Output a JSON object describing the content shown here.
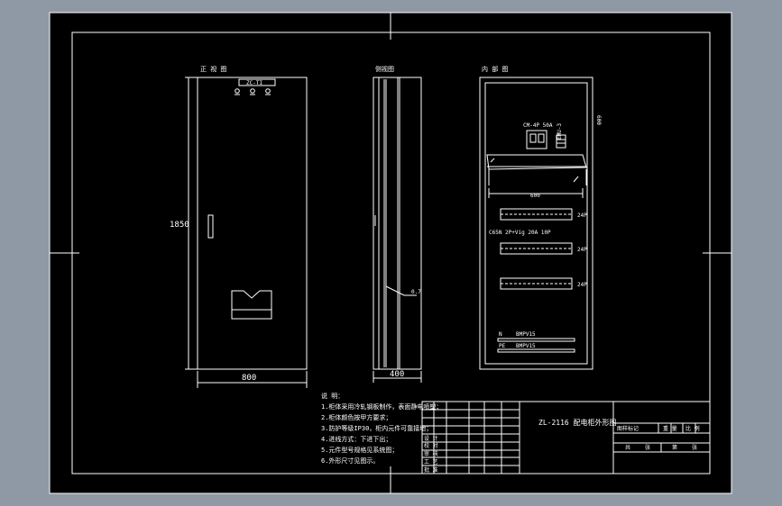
{
  "colors": {
    "background": "#8f99a5",
    "sheet": "#000000",
    "line": "#ffffff"
  },
  "front_view": {
    "label": "正 视 图",
    "nameplate": "ZC-TI",
    "height_dim": "1850",
    "width_dim": "800"
  },
  "side_view": {
    "label": "侧视图",
    "depth_dim": "400",
    "callout": "0.7"
  },
  "inner_view": {
    "label": "内 部 图",
    "breaker_label": "CM-4P 50A",
    "meter_label": "EMU-3",
    "dim_top": "600",
    "dim_width": "600",
    "breaker_spec": "C65N 2P+Vig 20A 10P",
    "row_labels": [
      "24P",
      "24P",
      "24P"
    ],
    "bus_label_1": "BMPV15",
    "bus_label_2": "BMPV15",
    "bus_marker_1": "N",
    "bus_marker_2": "PE"
  },
  "notes": {
    "heading": "说 明：",
    "lines": [
      "1.柜体采用冷轧钢板制作，表面静电喷塑；",
      "2.柜体颜色按甲方要求；",
      "3.防护等级IP30，柜内元件可靠接地；",
      "4.进线方式：下进下出；",
      "5.元件型号规格见系统图；",
      "6.外形尺寸见图示。"
    ]
  },
  "title_block": {
    "drawing_title": "ZL-2116 配电柜外形图",
    "left_rows": [
      "设 计",
      "校 对",
      "审 核",
      "工 艺",
      "批 准"
    ],
    "right_top": [
      "图样标记",
      "重 量",
      "比 例"
    ],
    "right_bottom": [
      "共",
      "张",
      "第",
      "张"
    ]
  }
}
